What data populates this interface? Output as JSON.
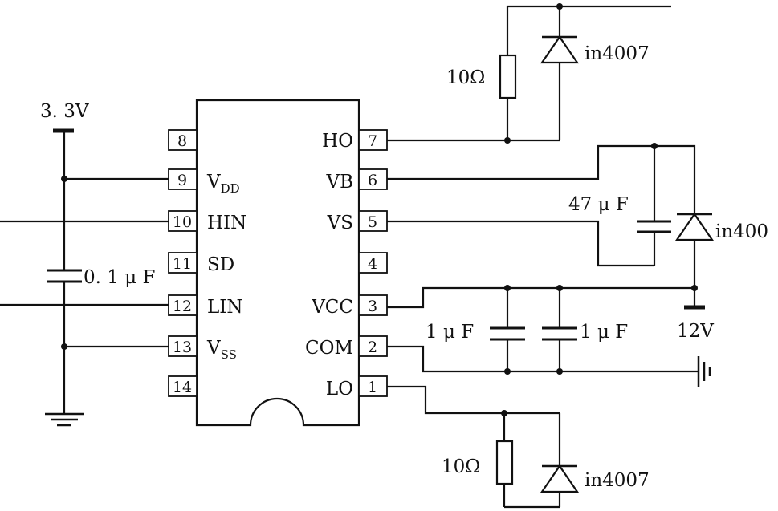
{
  "chip": {
    "left_pins": [
      {
        "number": "8",
        "label": "",
        "sub": ""
      },
      {
        "number": "9",
        "label": "V",
        "sub": "DD"
      },
      {
        "number": "10",
        "label": "HIN",
        "sub": ""
      },
      {
        "number": "11",
        "label": "SD",
        "sub": ""
      },
      {
        "number": "12",
        "label": "LIN",
        "sub": ""
      },
      {
        "number": "13",
        "label": "V",
        "sub": "SS"
      },
      {
        "number": "14",
        "label": "",
        "sub": ""
      }
    ],
    "right_pins": [
      {
        "number": "7",
        "label": "HO"
      },
      {
        "number": "6",
        "label": "VB"
      },
      {
        "number": "5",
        "label": "VS"
      },
      {
        "number": "4",
        "label": ""
      },
      {
        "number": "3",
        "label": "VCC"
      },
      {
        "number": "2",
        "label": "COM"
      },
      {
        "number": "1",
        "label": "LO"
      }
    ]
  },
  "supply_3v3": "3. 3V",
  "cap_0_1uf": "0. 1 μ F",
  "res_top": "10Ω",
  "diode_top": "in4007",
  "cap_47uf": "47 μ F",
  "diode_mid": "in400",
  "supply_12v": "12V",
  "cap_1uf_a": "1 μ F",
  "cap_1uf_b": "1 μ F",
  "res_bottom": "10Ω",
  "diode_bottom": "in4007"
}
